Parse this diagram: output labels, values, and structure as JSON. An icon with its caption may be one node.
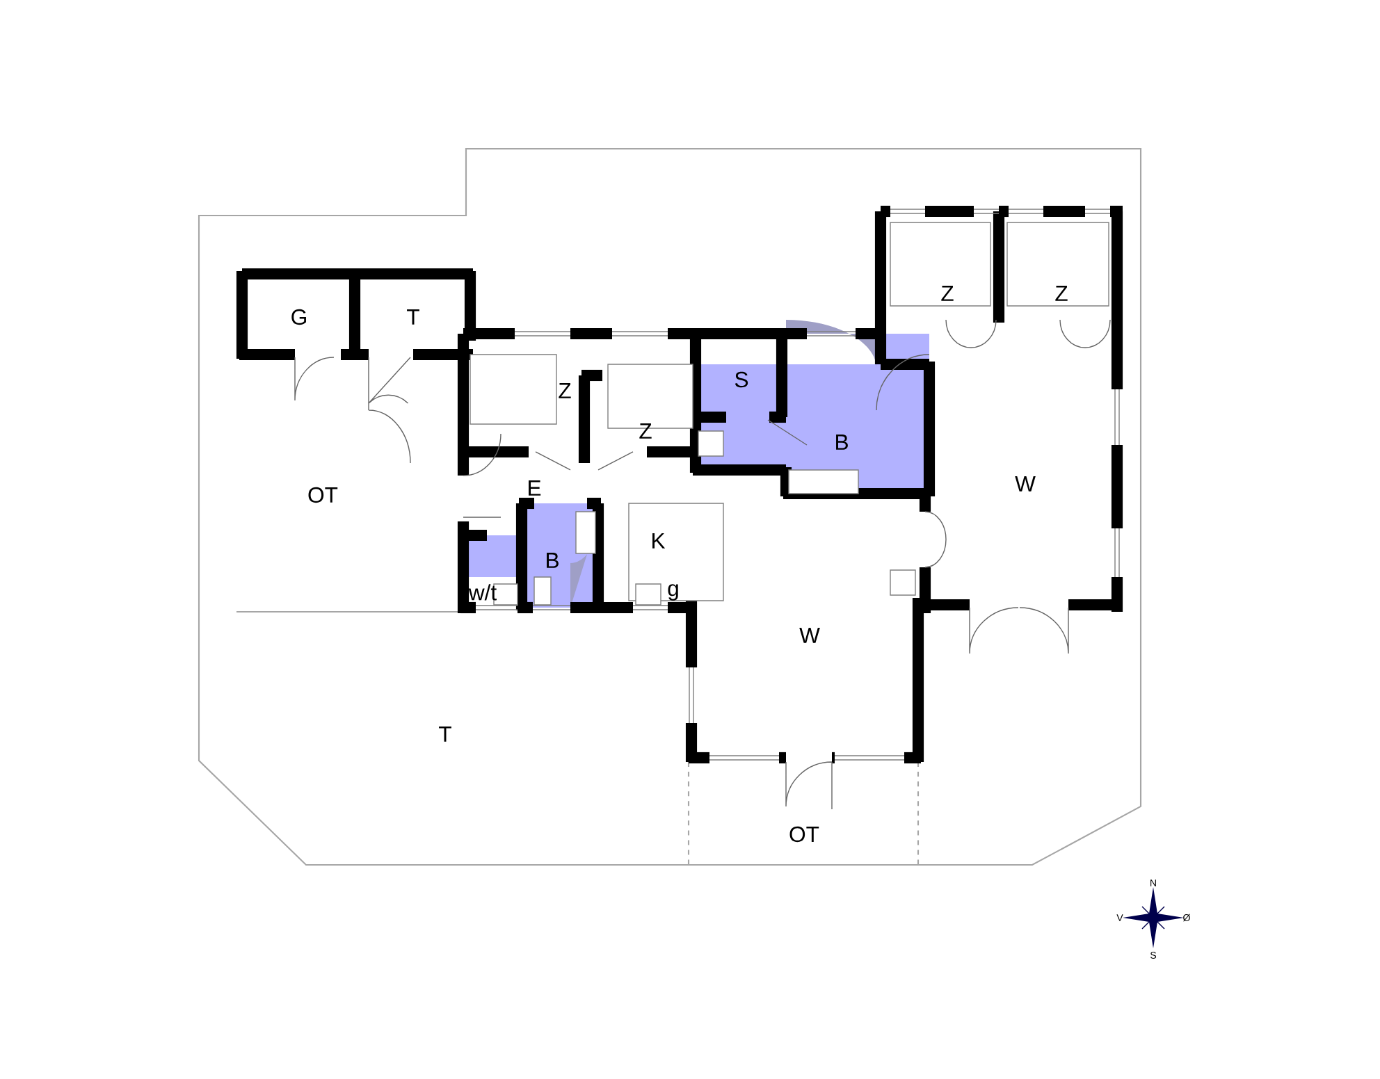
{
  "diagram": {
    "labels": [
      "G",
      "T",
      "Z",
      "Z",
      "S",
      "B",
      "Z",
      "Z",
      "OT",
      "E",
      "W",
      "K",
      "B",
      "w/t",
      "g",
      "W",
      "T",
      "OT",
      "N",
      "V",
      "Ø",
      "S"
    ]
  }
}
